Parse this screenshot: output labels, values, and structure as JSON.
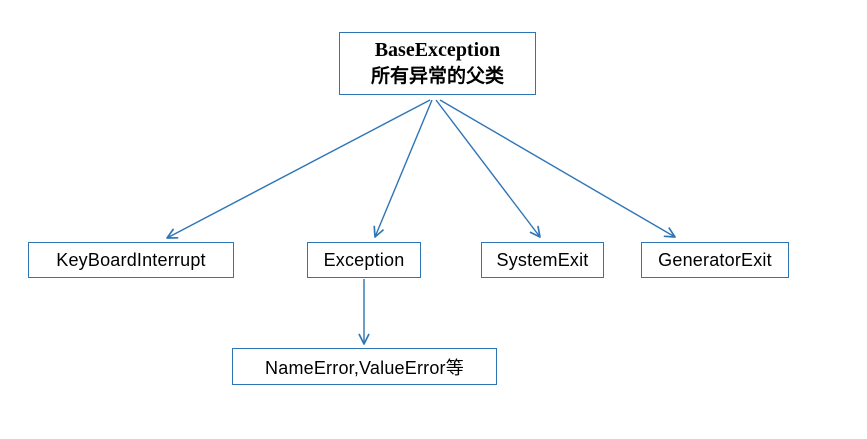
{
  "diagram": {
    "title_implicit": "Python exception hierarchy",
    "root": {
      "title": "BaseException",
      "subtitle": "所有异常的父类"
    },
    "children": [
      {
        "label": "KeyBoardInterrupt"
      },
      {
        "label": "Exception"
      },
      {
        "label": "SystemExit"
      },
      {
        "label": "GeneratorExit"
      }
    ],
    "grandchild": {
      "label": "NameError,ValueError等",
      "parent": "Exception"
    },
    "colors": {
      "box_border": "#2e75b6",
      "arrow": "#2e75b6",
      "text": "#000000",
      "background": "#ffffff"
    }
  }
}
